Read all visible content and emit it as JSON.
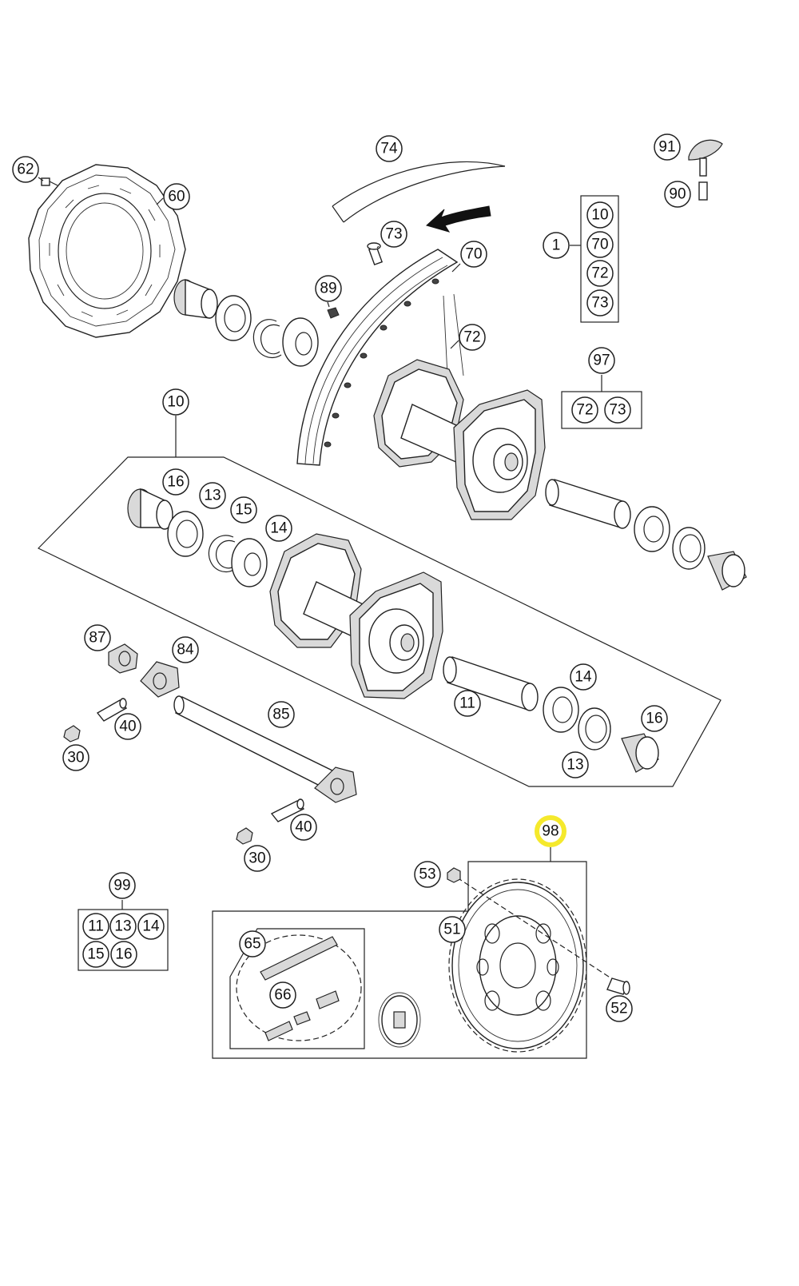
{
  "callouts": {
    "c62": "62",
    "c60": "60",
    "c74": "74",
    "c73a": "73",
    "c70": "70",
    "c89": "89",
    "c72": "72",
    "c91": "91",
    "c90": "90",
    "c1": "1",
    "g1_10": "10",
    "g1_70": "70",
    "g1_72": "72",
    "g1_73": "73",
    "c97": "97",
    "g97_72": "72",
    "g97_73": "73",
    "c10": "10",
    "c16a": "16",
    "c13a": "13",
    "c15": "15",
    "c14a": "14",
    "c87": "87",
    "c84": "84",
    "c85": "85",
    "c40a": "40",
    "c30a": "30",
    "c14b": "14",
    "c11": "11",
    "c16b": "16",
    "c13b": "13",
    "c40b": "40",
    "c30b": "30",
    "c98": "98",
    "c53": "53",
    "c51": "51",
    "c52": "52",
    "c65": "65",
    "c66": "66",
    "c99": "99",
    "g99_11": "11",
    "g99_13": "13",
    "g99_14": "14",
    "g99_15": "15",
    "g99_16": "16"
  },
  "highlight": {
    "part": "98",
    "color": "#f5e92c"
  }
}
